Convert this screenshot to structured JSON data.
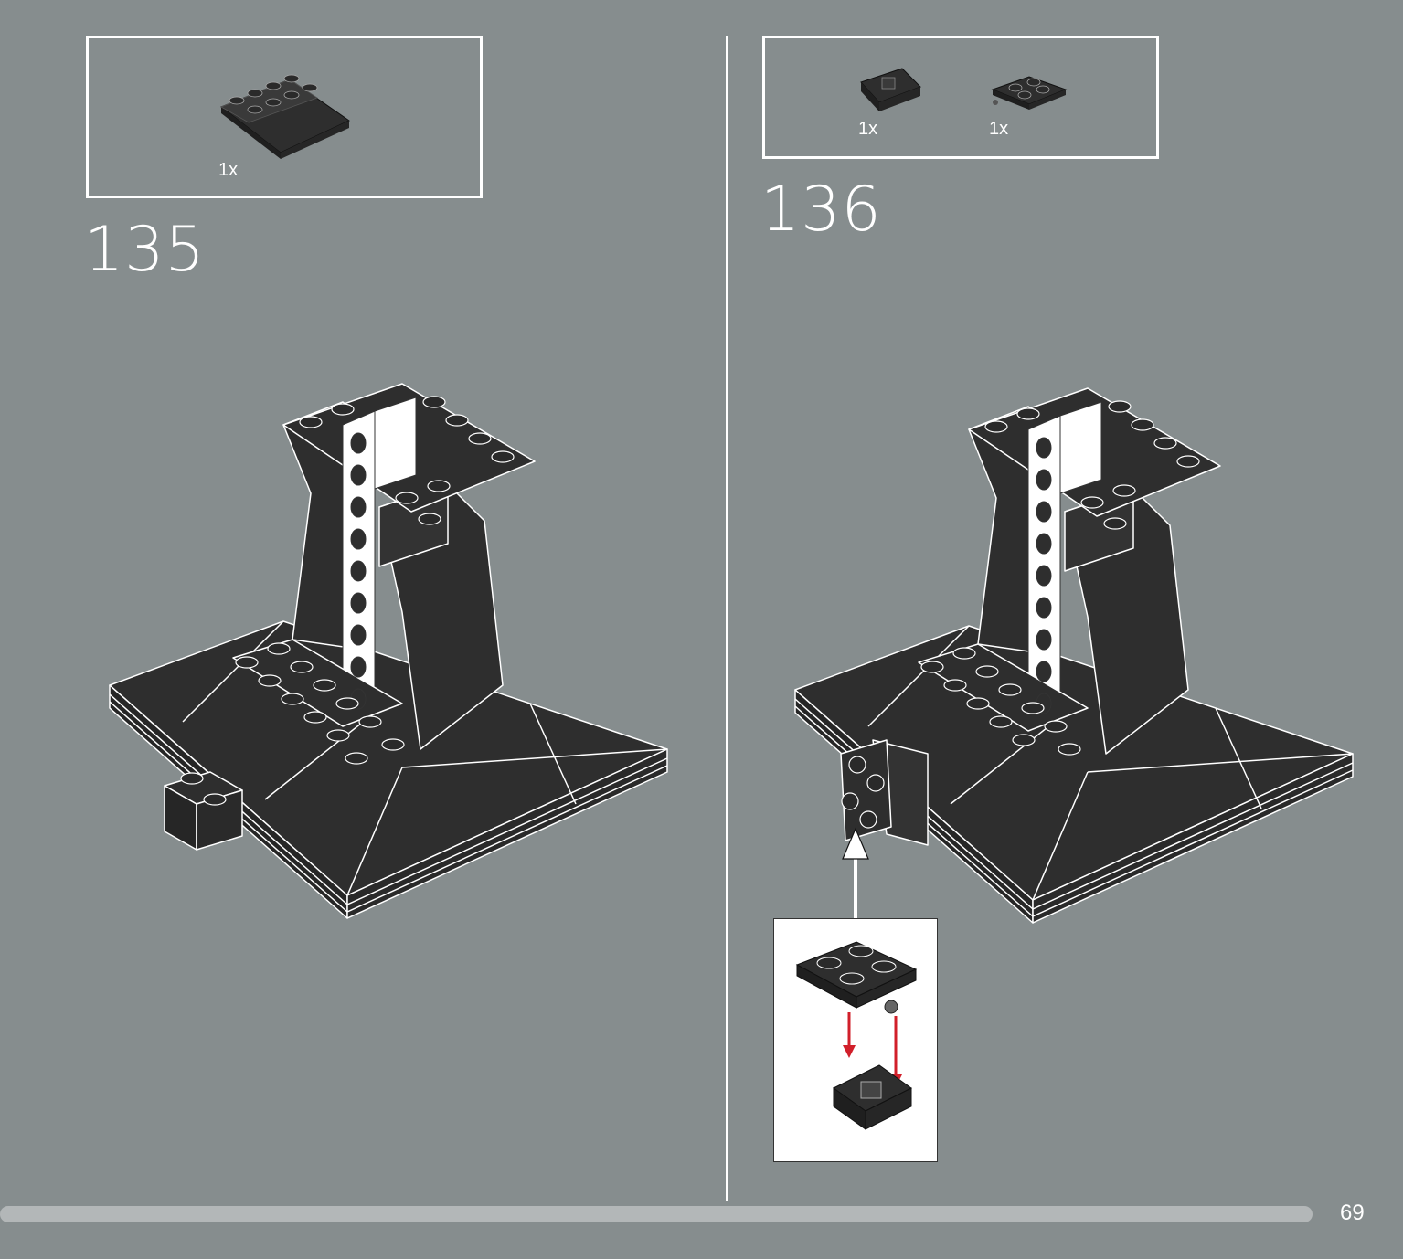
{
  "page": {
    "number": "69"
  },
  "steps": [
    {
      "number": "135",
      "parts": [
        {
          "quantity": "1x",
          "icon": "slope-brick-2x4-dark-gray"
        }
      ]
    },
    {
      "number": "136",
      "parts": [
        {
          "quantity": "1x",
          "icon": "hinge-brick-dark-gray"
        },
        {
          "quantity": "1x",
          "icon": "hinge-plate-2x2-dark-gray"
        }
      ]
    }
  ],
  "colors": {
    "background": "#868d8e",
    "brick": "#2e2e2e",
    "outline": "#ffffff",
    "arrow_red": "#d11f2a"
  }
}
